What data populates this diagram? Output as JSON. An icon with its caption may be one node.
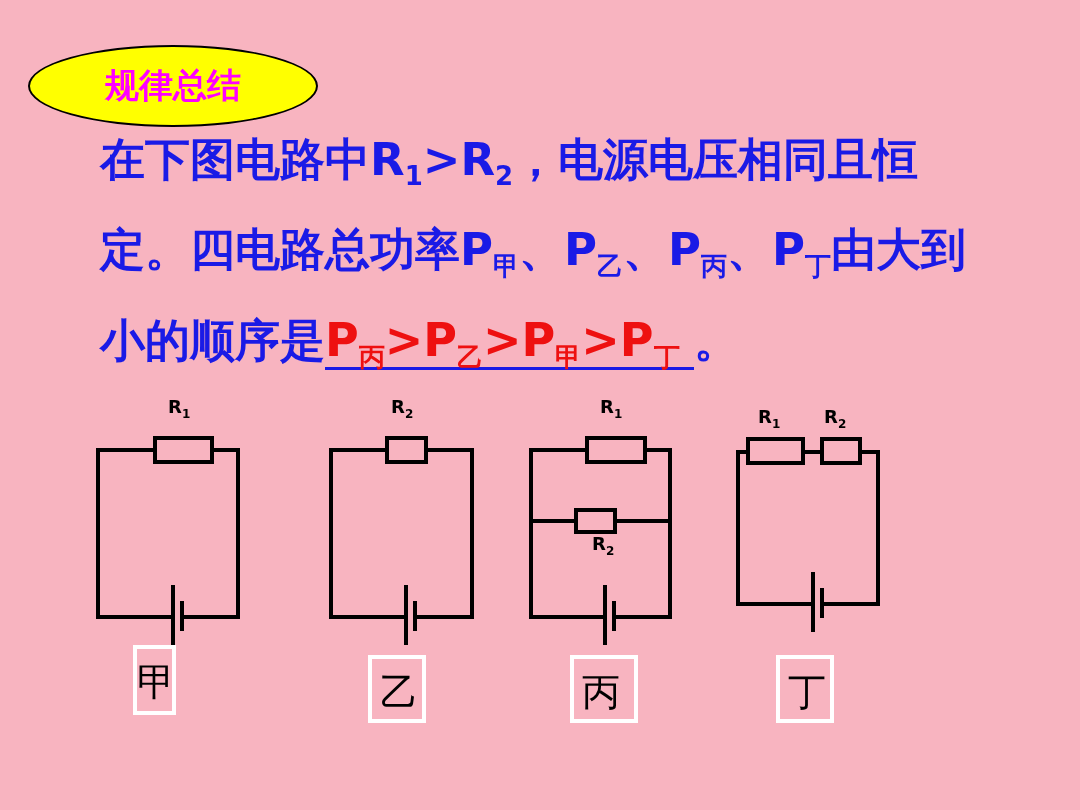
{
  "diagram": {
    "nodes": [
      {
        "text": [
          "规律总结"
        ]
      },
      {
        "text": [
          "甲"
        ]
      },
      {
        "text": [
          "乙"
        ]
      },
      {
        "text": [
          "丙"
        ]
      },
      {
        "text": [
          "丁"
        ]
      }
    ],
    "edges": [],
    "labels": [
      "在下图电路中R$_{1}$>R$_{2}$，电源电压相同且恒定。四电路总功率P$_{甲}$、P$_{乙}$、P$_{丙}$、P$_{丁}$由大到小的顺序是",
      "P$_{丙}$>P$_{乙}$>P$_{甲}$>P$_{丁}$",
      "。",
      "R$_{1}$",
      "R$_{2}$",
      "R$_{1}$",
      "R$_{2}$",
      "R$_{1}$",
      "R$_{2}$"
    ]
  }
}
